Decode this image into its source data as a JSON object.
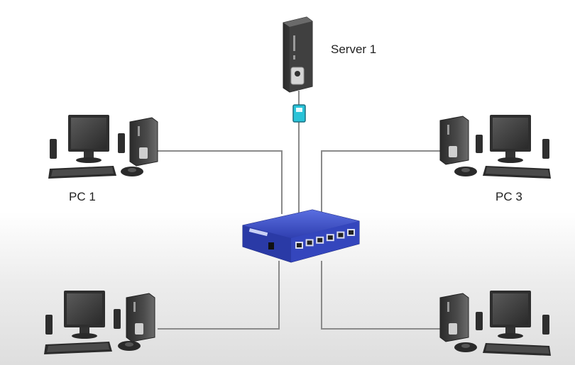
{
  "nodes": {
    "server": {
      "label": "Server 1"
    },
    "pc1": {
      "label": "PC 1"
    },
    "pc3": {
      "label": "PC 3"
    },
    "pc2": {
      "label": ""
    },
    "pc4": {
      "label": ""
    }
  },
  "switch": {
    "ports": 6
  },
  "colors": {
    "cable": "#8a8a8a",
    "switch_body": "#3b4cc0",
    "switch_top": "#5566d6",
    "transceiver": "#29c3d8",
    "device_dark": "#3a3a3a"
  }
}
